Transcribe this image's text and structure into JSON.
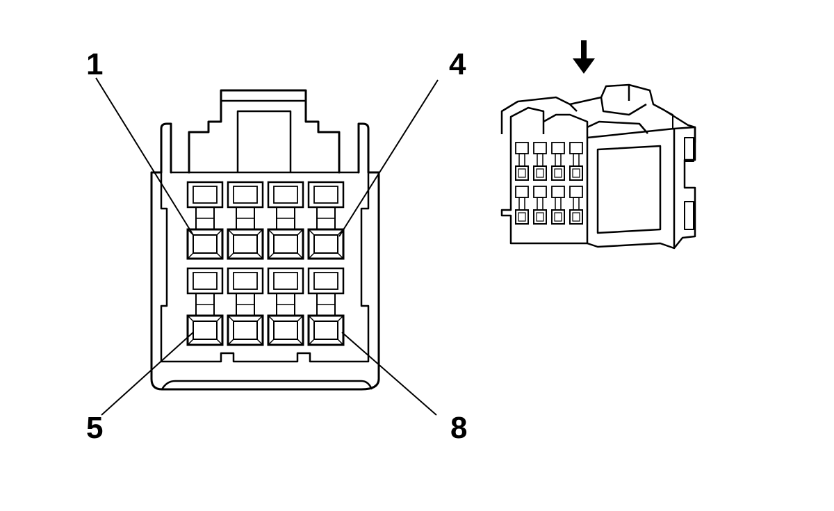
{
  "callouts": {
    "pin_1": "1",
    "pin_4": "4",
    "pin_5": "5",
    "pin_8": "8"
  },
  "colors": {
    "line": "#000000",
    "background": "#ffffff"
  },
  "icons": {
    "insertion_arrow": "arrow-down-icon"
  }
}
